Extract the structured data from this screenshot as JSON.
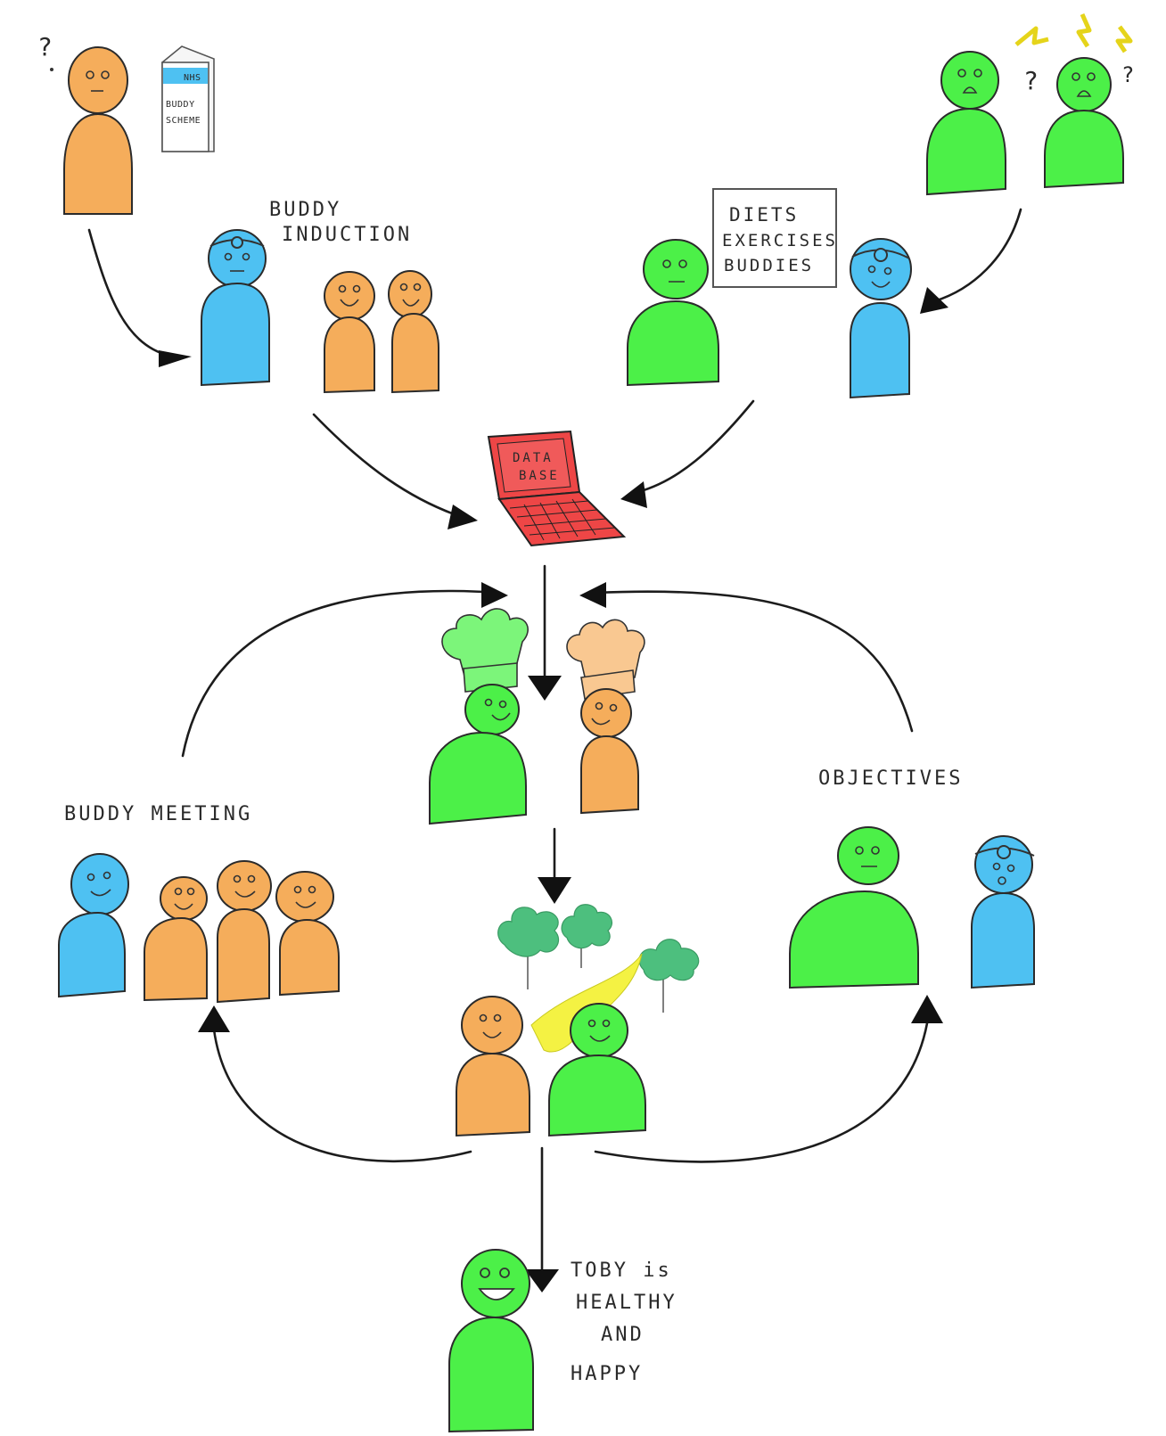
{
  "labels": {
    "buddy_induction_line1": "BUDDY",
    "buddy_induction_line2": "INDUCTION",
    "diets_box_line1": "DIETS",
    "diets_box_line2": "EXERCISES",
    "diets_box_line3": "BUDDIES",
    "database_line1": "DATA",
    "database_line2": "BASE",
    "buddy_meeting": "BUDDY MEETING",
    "objectives": "OBJECTIVES",
    "outcome_line1": "TOBY is",
    "outcome_line2": "HEALTHY",
    "outcome_line3": "AND",
    "outcome_line4": "HAPPY",
    "leaflet_logo": "NHS",
    "leaflet_line1": "BUDDY",
    "leaflet_line2": "SCHEME",
    "question_mark": "?"
  },
  "colors": {
    "orange": "#F5AD5B",
    "green": "#4CF048",
    "blue": "#4EC1F2",
    "red": "#EE4646",
    "tree": "#4DBF7E",
    "yellow": "#F4F243",
    "chef_hat_green": "#7CF57A",
    "chef_hat_orange": "#F9C891",
    "ink": "#1c1c1c"
  },
  "icons": [
    "question-icon",
    "lightning-icon",
    "leaflet-icon",
    "laptop-icon",
    "chef-hat-icon",
    "tree-icon",
    "head-mirror-icon",
    "arrow-icon"
  ]
}
